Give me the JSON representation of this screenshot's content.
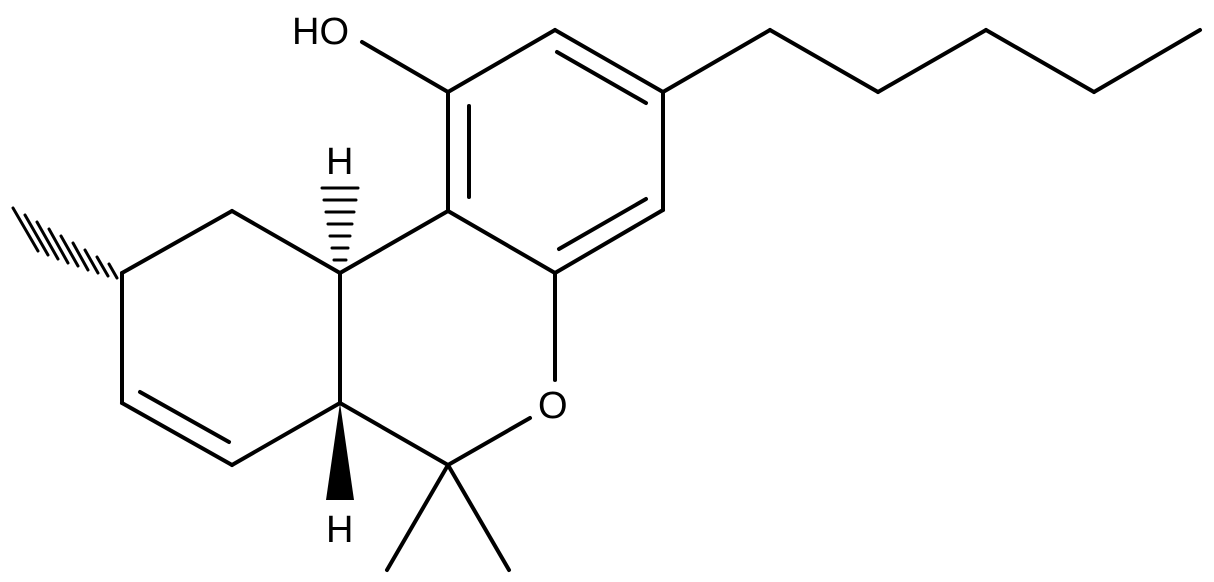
{
  "colors": {
    "bond": "#000000",
    "background": "#ffffff"
  },
  "labels": {
    "hydroxyl": "HO",
    "ring_oxygen": "O",
    "h_top": "H",
    "h_bottom": "H"
  }
}
